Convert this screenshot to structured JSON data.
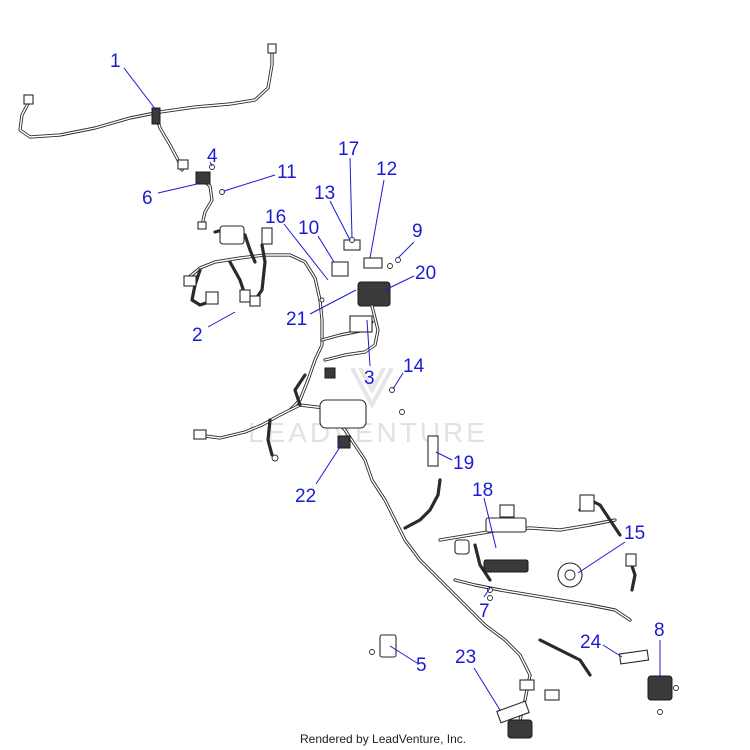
{
  "diagram": {
    "watermark": "LEADVENTURE",
    "footer": "Rendered by LeadVenture, Inc.",
    "callout_color": "#1a1ad6",
    "callouts": [
      "1",
      "2",
      "3",
      "4",
      "5",
      "6",
      "7",
      "8",
      "9",
      "10",
      "11",
      "12",
      "13",
      "14",
      "15",
      "16",
      "17",
      "18",
      "19",
      "20",
      "21",
      "22",
      "23",
      "24"
    ]
  }
}
